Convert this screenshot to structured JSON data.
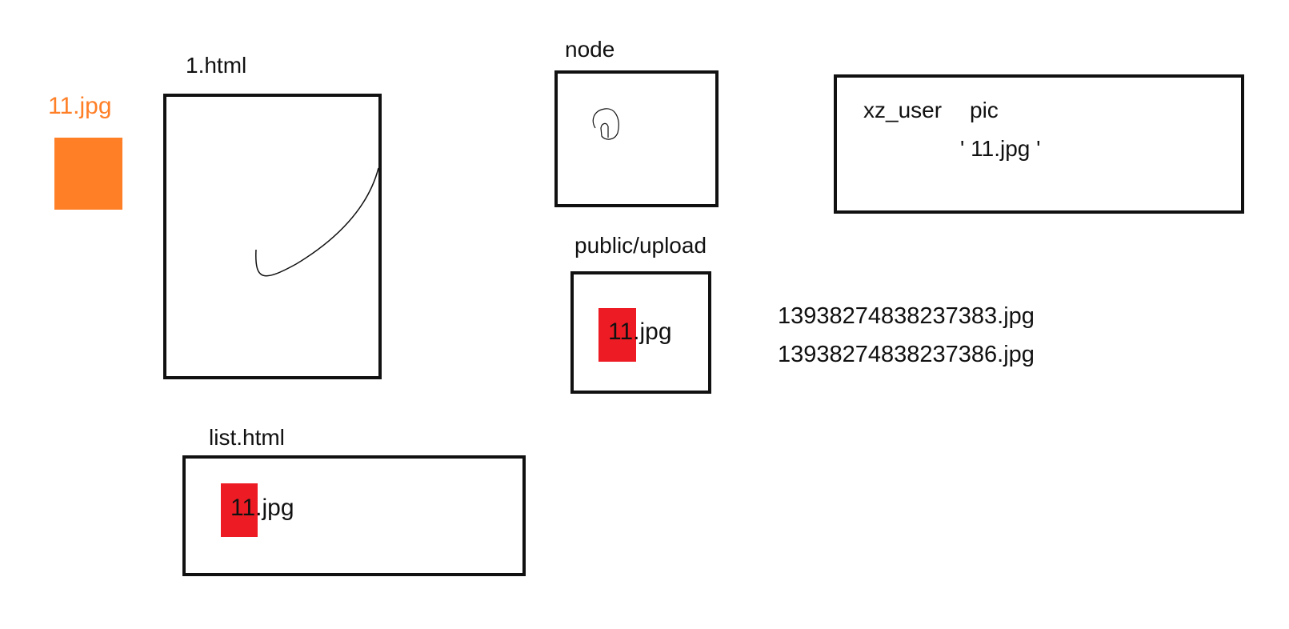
{
  "colors": {
    "orange": "#FF7F27",
    "red": "#ED1C24",
    "ink": "#111111"
  },
  "source_image": {
    "label": "11.jpg"
  },
  "page_1": {
    "label": "1.html"
  },
  "node_server": {
    "label": "node"
  },
  "upload_folder": {
    "label": "public/upload",
    "file": "11.jpg"
  },
  "generated_names": [
    "13938274838237383.jpg",
    "13938274838237386.jpg"
  ],
  "database_table": {
    "table": "xz_user",
    "column": "pic",
    "value": "' 11.jpg '"
  },
  "list_page": {
    "label": "list.html",
    "file": "11.jpg"
  }
}
